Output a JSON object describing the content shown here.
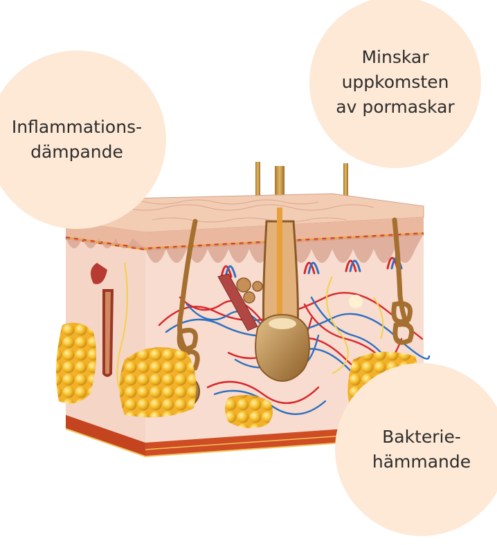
{
  "labels": {
    "left": {
      "line1": "Inflammations-",
      "line2": "dämpande"
    },
    "top": {
      "line1": "Minskar",
      "line2": "uppkomsten",
      "line3": "av pormaskar"
    },
    "bottom": {
      "line1": "Bakterie-",
      "line2": "hämmande"
    }
  },
  "colors": {
    "bubble": "#fde9d6",
    "epidermis": "#f1c9b3",
    "dermis": "#f6d9cc",
    "fat": "#f5b82a",
    "muscle": "#c94a24",
    "artery": "#d8262c",
    "vein": "#2f6fbf",
    "hair": "#c99a3f"
  },
  "icons": [
    "skin-cross-section-illustration"
  ]
}
